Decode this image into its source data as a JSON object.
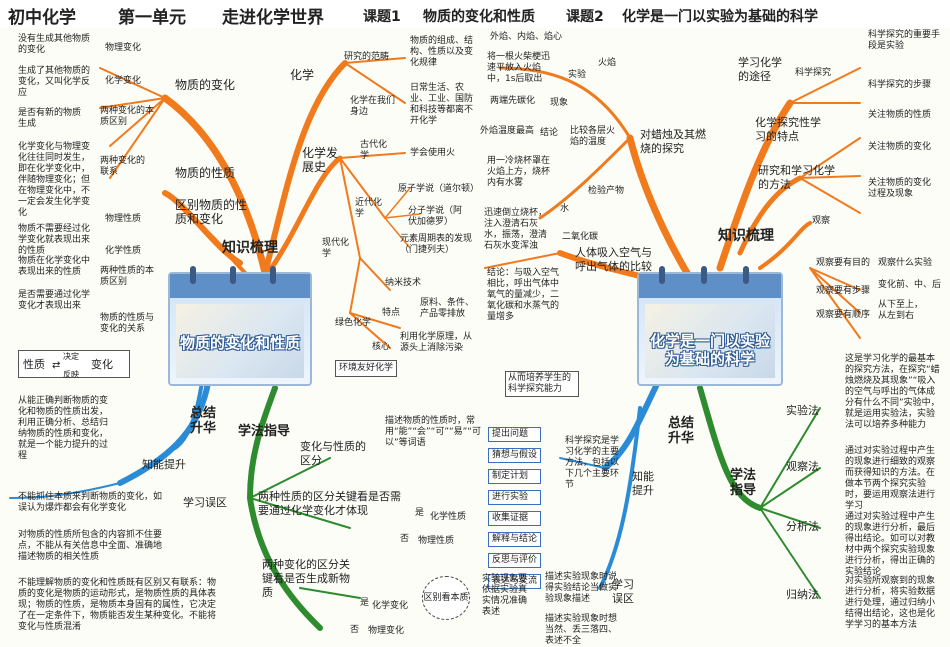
{
  "header": {
    "a": "初中化学",
    "b": "第一单元",
    "c": "走进化学世界",
    "d": "课题1",
    "e": "物质的变化和性质",
    "f": "课题2",
    "g": "化学是一门以实验为基础的科学"
  },
  "left": {
    "board_title": "物质的变化和性质",
    "knowledge": "知识梳理",
    "change": {
      "label": "物质的变化",
      "physical": "物理变化",
      "physical_def": "没有生成其他物质的变化",
      "chemical": "化学变化",
      "chemical_def": "生成了其他物质的变化，又叫化学反应",
      "diff": "两种变化的本质区别",
      "diff_desc": "是否有新的物质生成",
      "relation": "两种变化的联系",
      "relation_desc": "化学变化与物理变化往往同时发生，即在化学变化中，伴随物理变化；但在物理变化中，不一定会发生化学变化"
    },
    "property": {
      "label": "物质的性质",
      "distinguish": "区别物质的性质和变化",
      "phys": "物理性质",
      "phys_desc": "物质不需要经过化学变化就表现出来的性质",
      "chem": "化学性质",
      "chem_desc": "物质在化学变化中表现出来的性质",
      "diff": "两种性质的本质区别",
      "diff_desc": "是否需要通过化学变化才表现出来",
      "use": "物质的性质与变化的关系"
    },
    "cycle": {
      "a": "性质",
      "b": "变化",
      "up": "决定",
      "down": "反映"
    },
    "chemistry": {
      "label": "化学",
      "scope": "研究的范畴",
      "scope_desc": "物质的组成、结构、性质以及变化规律",
      "around": "化学在我们身边",
      "around_desc": "日常生活、农业、工业、国防和科技等都离不开化学"
    },
    "history": {
      "label": "化学发展史",
      "ancient": "古代化学",
      "ancient_desc": "学会使用火",
      "modern_near": "近代化学",
      "atom": "原子学说（道尔顿）",
      "molecule": "分子学说（阿伏加德罗）",
      "periodic": "元素周期表的发现（门捷列夫）",
      "modern": "现代化学",
      "nano": "纳米技术",
      "green": "绿色化学",
      "feature": "特点",
      "feature_desc": "原料、条件、产品零排放",
      "core": "核心",
      "core_desc": "利用化学原理，从源头上消除污染",
      "friendly": "环境友好化学"
    },
    "summary": "总结升华",
    "ability": "知能提升",
    "ability_desc": "从能正确判断物质的变化和物质的性质出发，利用正确分析、总结归纳物质的性质和变化，就是一个能力提升的过程",
    "mistake": "学习误区",
    "mistake_1": "不能抓住本质来判断物质的变化，如误认为爆炸都会有化学变化",
    "mistake_2": "对物质的性质所包含的内容抓不住要点，不能从有关信息中全面、准确地描述物质的相关性质",
    "mistake_3": "不能理解物质的变化和性质既有区别又有联系：物质的变化是物质的运动形式，是物质性质的具体表现；物质的性质，是物质本身固有的属性，它决定了在一定条件下，物质能否发生某种变化。不能将变化与性质混淆",
    "method": "学法指导",
    "method_1": "变化与性质的区分",
    "method_1_desc": "描述物质的性质时，常用“能”“会”“可”“易”“可以”等词语",
    "method_2": "两种性质的区分关键看是否需要通过化学变化才体现",
    "yes": "是",
    "no": "否",
    "chem_prop": "化学性质",
    "phys_prop": "物理性质",
    "method_3": "两种变化的区分关键看是否生成新物质",
    "chem_change": "化学变化",
    "phys_change": "物理变化",
    "cloud": "区别看本质"
  },
  "right": {
    "board_title": "化学是一门以实验为基础的科学",
    "knowledge": "知识梳理",
    "candle": {
      "label": "对蜡烛及其燃烧的探究",
      "flame_parts": "外焰、内焰、焰心",
      "fire": "火焰",
      "exp": "实验",
      "exp_desc": "将一根火柴梗迅速平放入火焰中，1s后取出",
      "phen": "现象",
      "phen_desc": "两端先碳化",
      "concl": "结论",
      "concl_desc": "外焰温度最高",
      "compare": "比较各层火焰的温度",
      "product": "检验产物",
      "water": "水",
      "water_desc": "用一冷烧杯罩在火焰上方，烧杯内有水雾",
      "co2": "二氧化碳",
      "co2_desc": "迅速倒立烧杯，注入澄清石灰水，振荡，澄清石灰水变浑浊"
    },
    "breath": {
      "label": "人体吸入空气与呼出气体的比较",
      "concl": "结论：与吸入空气相比，呼出气体中氧气的量减少，二氧化碳和水蒸气的量增多"
    },
    "study": {
      "label": "学习化学的途径",
      "explore": "科学探究",
      "e1": "科学探究的重要手段是实验",
      "e2": "科学探究的步骤",
      "feature": "化学探究性学习的特点",
      "f1": "关注物质的性质",
      "f2": "关注物质的变化",
      "method": "研究和学习化学的方法",
      "f3": "关注物质的变化过程及现象",
      "observe": "观察",
      "o1": "观察要有目的",
      "o1d": "观察什么实验",
      "o2": "观察要有步骤",
      "o2d": "变化前、中、后",
      "o3": "观察要有顺序",
      "o3d": "从下至上，从左到右"
    },
    "summary": "总结升华",
    "ability": "知能提升",
    "ability_top": "从而培养学生的科学探究能力",
    "ability_desc": "科学探究是学习化学的主要方法，包括以下几个主要环节",
    "steps": [
      "提出问题",
      "猜想与假设",
      "制定计划",
      "进行实验",
      "收集证据",
      "解释与结论",
      "反思与评价",
      "表达与交流"
    ],
    "mistake": "学习误区",
    "mistake_l": "实验现象要依据实验真实情况准确表述",
    "mistake_1": "描述实验现象时说得实验结论当做实验现象描述",
    "mistake_2": "描述实验现象时想当然、丢三落四、表述不全",
    "method": "学法指导",
    "exp_method": "实验法",
    "exp_desc": "这是学习化学的最基本的探究方法，在探究“蜡烛燃烧及其现象”“吸入的空气与呼出的气体成分有什么不同”实验中，就是运用实验法，实验法可以培养多种能力",
    "obs_method": "观察法",
    "obs_desc": "通过对实验过程中产生的现象进行细致的观察而获得知识的方法。在做本节两个探究实验时，要运用观察法进行学习",
    "ana_method": "分析法",
    "ana_desc": "通过对实验过程中产生的现象进行分析，最后得出结论。如可以对教材中两个探究实验现象进行分析，得出正确的实验结论",
    "ind_method": "归纳法",
    "ind_desc": "对实验所观察到的现象进行分析，将实验数据进行处理，通过归纳小结得出结论，这也是化学学习的基本方法"
  }
}
